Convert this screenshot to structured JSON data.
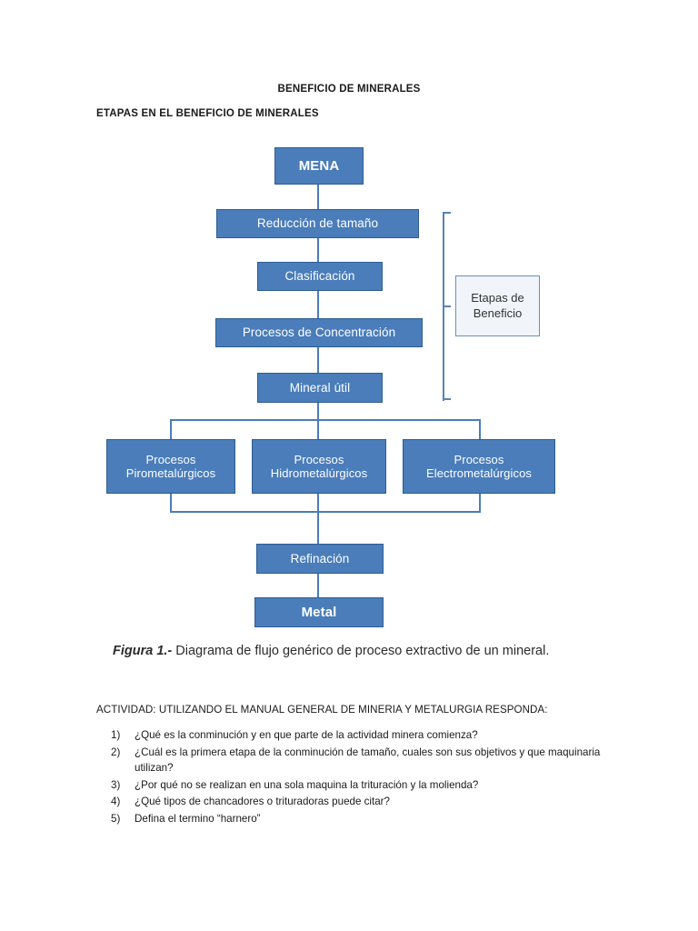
{
  "document": {
    "title": "BENEFICIO DE MINERALES",
    "section_heading": "ETAPAS EN EL BENEFICIO DE MINERALES"
  },
  "flowchart": {
    "accent_fill": "#4a7dba",
    "accent_border": "#2d5c92",
    "callout_fill": "#f1f4f8",
    "callout_border": "#6b8fba",
    "nodes": [
      {
        "id": "mena",
        "label": "MENA"
      },
      {
        "id": "reduccion",
        "label": "Reducción de tamaño"
      },
      {
        "id": "clasificacion",
        "label": "Clasificación"
      },
      {
        "id": "concentracion",
        "label": "Procesos de Concentración"
      },
      {
        "id": "mineral-util",
        "label": "Mineral útil"
      },
      {
        "id": "piro",
        "label": "Procesos Pirometalúrgicos"
      },
      {
        "id": "hidro",
        "label": "Procesos Hidrometalúrgicos"
      },
      {
        "id": "electro",
        "label": "Procesos Electrometalúrgicos"
      },
      {
        "id": "refinacion",
        "label": "Refinación"
      },
      {
        "id": "metal",
        "label": "Metal"
      }
    ],
    "callout": {
      "label": "Etapas de Beneficio"
    }
  },
  "caption": {
    "prefix": "Figura 1.-",
    "text": " Diagrama de flujo genérico de proceso extractivo de un mineral."
  },
  "activity": {
    "heading": "ACTIVIDAD: UTILIZANDO EL MANUAL GENERAL DE MINERIA Y METALURGIA RESPONDA:",
    "questions": [
      {
        "number": "1)",
        "text": "¿Qué es la conminución y en que parte de la actividad minera comienza?"
      },
      {
        "number": "2)",
        "text": "¿Cuál es la primera etapa de la conminución de tamaño, cuales son sus objetivos y que maquinaria utilizan?"
      },
      {
        "number": "3)",
        "text": "¿Por qué no se realizan en una sola maquina la trituración y la molienda?"
      },
      {
        "number": "4)",
        "text": "¿Qué tipos de chancadores o trituradoras puede citar?"
      },
      {
        "number": "5)",
        "text": "Defina el termino “harnero”"
      }
    ]
  }
}
